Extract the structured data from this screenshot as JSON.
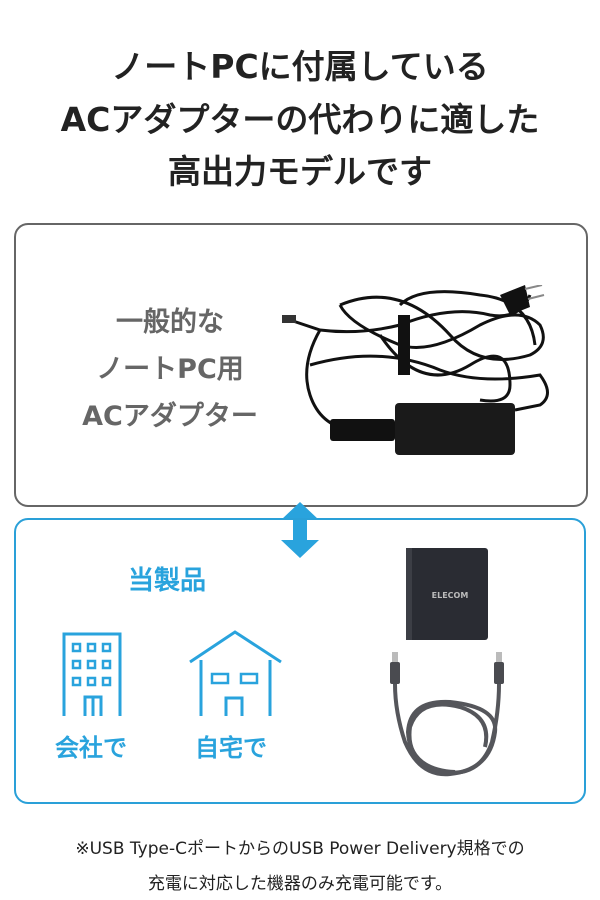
{
  "headline": [
    "ノートPCに付属している",
    "ACアダプターの代わりに適した",
    "高出力モデルです"
  ],
  "conventional": {
    "lines": [
      "一般的な",
      "ノートPC用",
      "ACアダプター"
    ]
  },
  "product": {
    "label": "当製品",
    "office_label": "会社で",
    "home_label": "自宅で",
    "brand": "ELECOM"
  },
  "footnote": [
    "※USB Type-CポートからのUSB Power Delivery規格での",
    "充電に対応した機器のみ充電可能です。"
  ],
  "colors": {
    "accent": "#29a3dd",
    "gray_text": "#666666",
    "border_gray": "#666666"
  }
}
